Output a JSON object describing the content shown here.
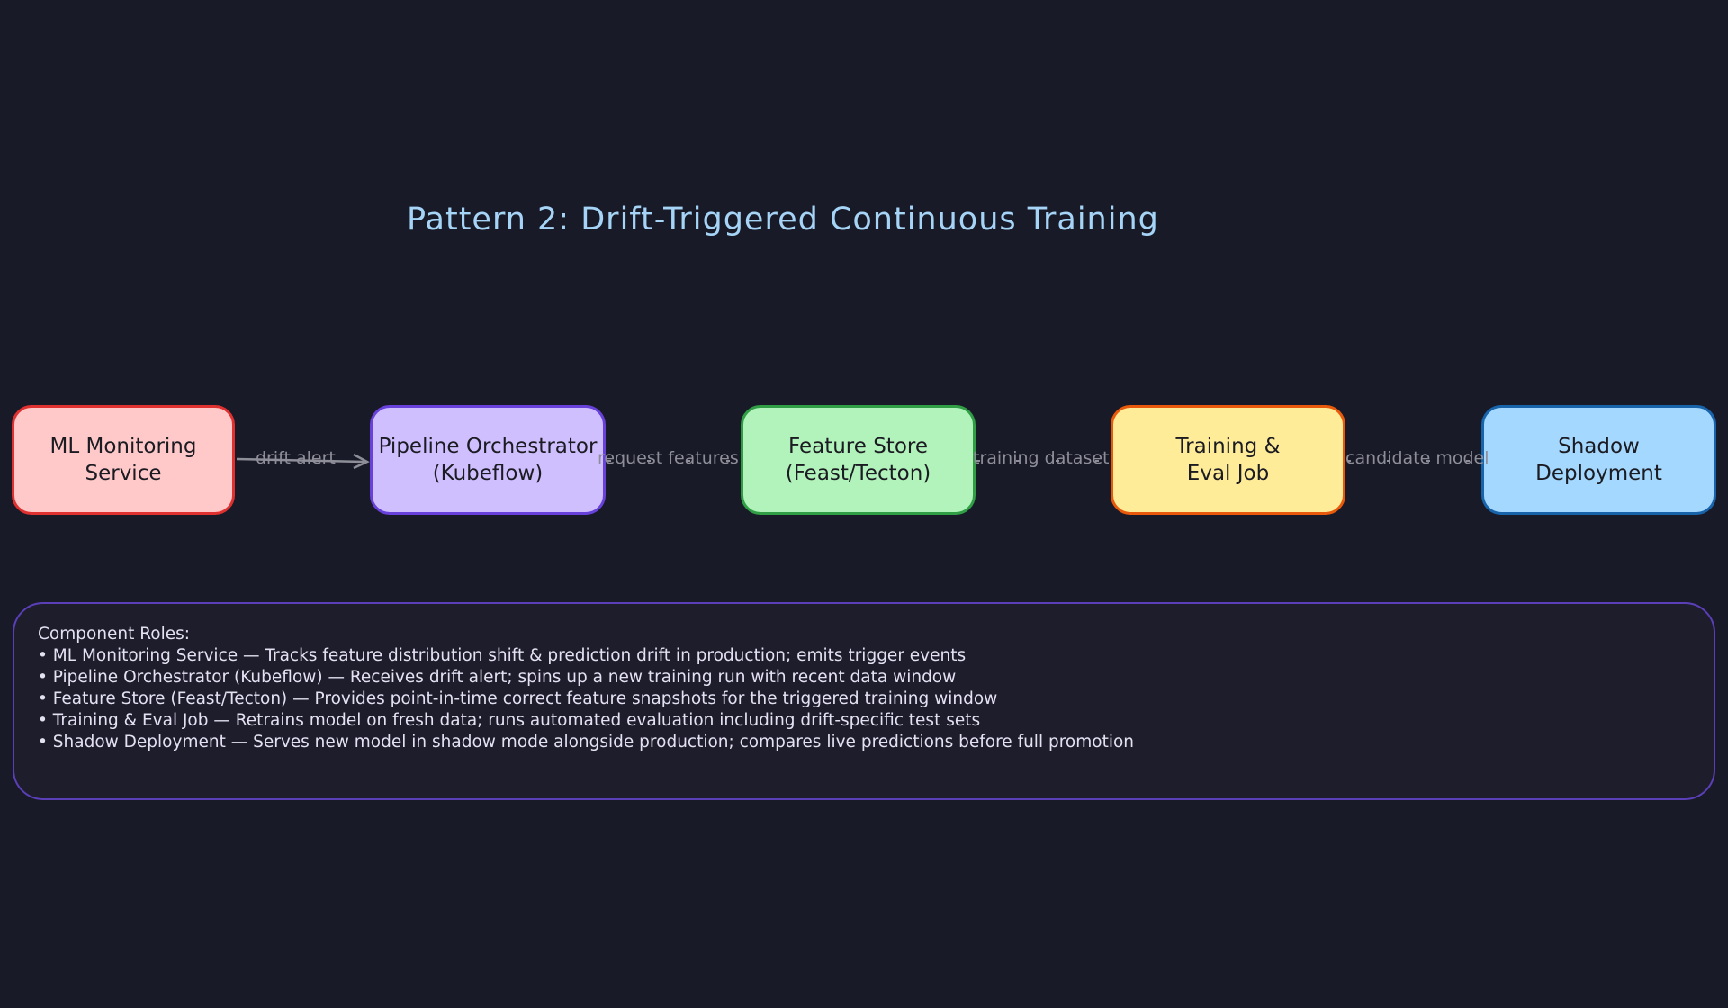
{
  "title": "Pattern 2: Drift-Triggered Continuous Training",
  "nodes": [
    {
      "label": "ML Monitoring\nService",
      "fill": "#ffc9c9",
      "stroke": "#e03131"
    },
    {
      "label": "Pipeline Orchestrator\n(Kubeflow)",
      "fill": "#d0bfff",
      "stroke": "#6741d9"
    },
    {
      "label": "Feature Store\n(Feast/Tecton)",
      "fill": "#b2f2bb",
      "stroke": "#2f9e44"
    },
    {
      "label": "Training &\nEval Job",
      "fill": "#ffec99",
      "stroke": "#e8590c"
    },
    {
      "label": "Shadow\nDeployment",
      "fill": "#a5d8ff",
      "stroke": "#1864ab"
    }
  ],
  "edges": [
    {
      "label": "drift alert"
    },
    {
      "label": "request features"
    },
    {
      "label": "training dataset"
    },
    {
      "label": "candidate model"
    }
  ],
  "roles": {
    "heading": "Component Roles:",
    "lines": [
      "• ML Monitoring Service — Tracks feature distribution shift & prediction drift in production; emits trigger events",
      "• Pipeline Orchestrator (Kubeflow) — Receives drift alert; spins up a new training run with recent data window",
      "• Feature Store (Feast/Tecton) — Provides point-in-time correct feature snapshots for the triggered training window",
      "• Training & Eval Job — Retrains model on fresh data; runs automated evaluation including drift-specific test sets",
      "• Shadow Deployment — Serves new model in shadow mode alongside production; compares live predictions before full promotion"
    ]
  },
  "colors": {
    "background": "#181a27",
    "title": "#a5d4f7",
    "edge_label": "#8e8e99",
    "roles_border": "#5b3fb8"
  }
}
